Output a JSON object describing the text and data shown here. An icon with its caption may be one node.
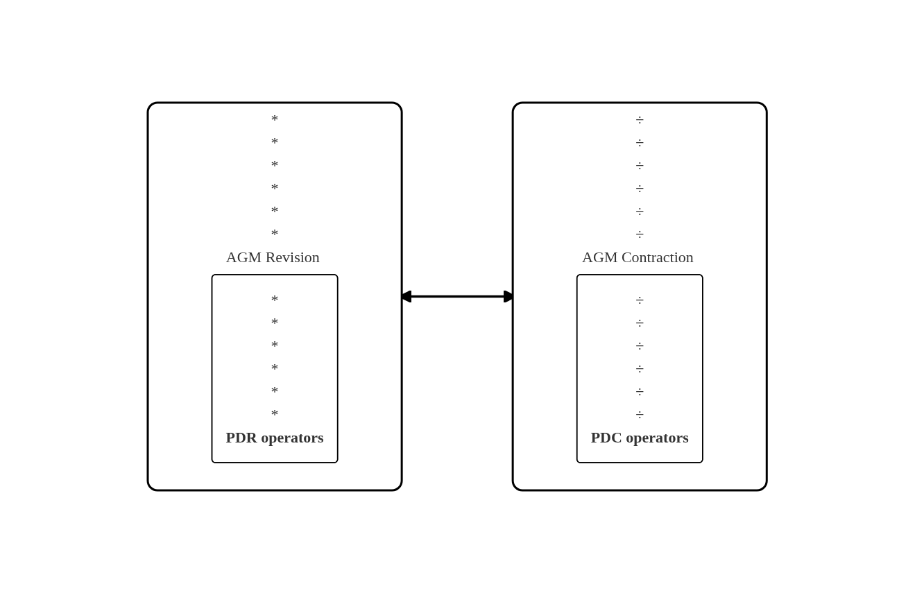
{
  "diagram": {
    "nodes": [
      {
        "text": [
          "*",
          "*",
          "*",
          "*",
          "*",
          "*",
          "AGM Revision Functions"
        ]
      },
      {
        "text": [
          "*",
          "*",
          "*",
          "*",
          "*",
          "*",
          "PDR operators"
        ],
        "in": 0
      },
      {
        "text": [
          "÷",
          "÷",
          "÷",
          "÷",
          "÷",
          "÷",
          "AGM Contraction Functions"
        ]
      },
      {
        "text": [
          "÷",
          "÷",
          "÷",
          "÷",
          "÷",
          "÷",
          "PDC operators"
        ],
        "in": 2
      }
    ],
    "edges": [
      {
        "from": 0,
        "to": 2,
        "arrow": "both"
      }
    ]
  }
}
